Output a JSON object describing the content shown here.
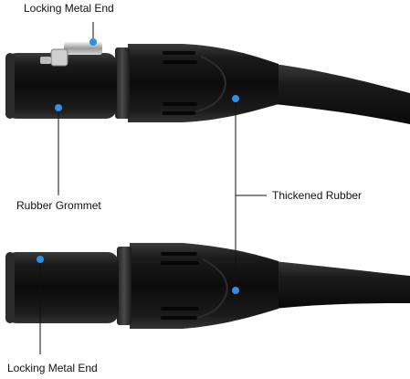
{
  "labels": {
    "top_locking": "Locking Metal End",
    "grommet": "Rubber Grommet",
    "thickened": "Thickened Rubber",
    "bottom_locking": "Locking Metal End"
  },
  "colors": {
    "marker": "#2f8fe6",
    "leader_line": "#111111",
    "connector_body": "#151515",
    "cable": "#1c1c1c"
  }
}
